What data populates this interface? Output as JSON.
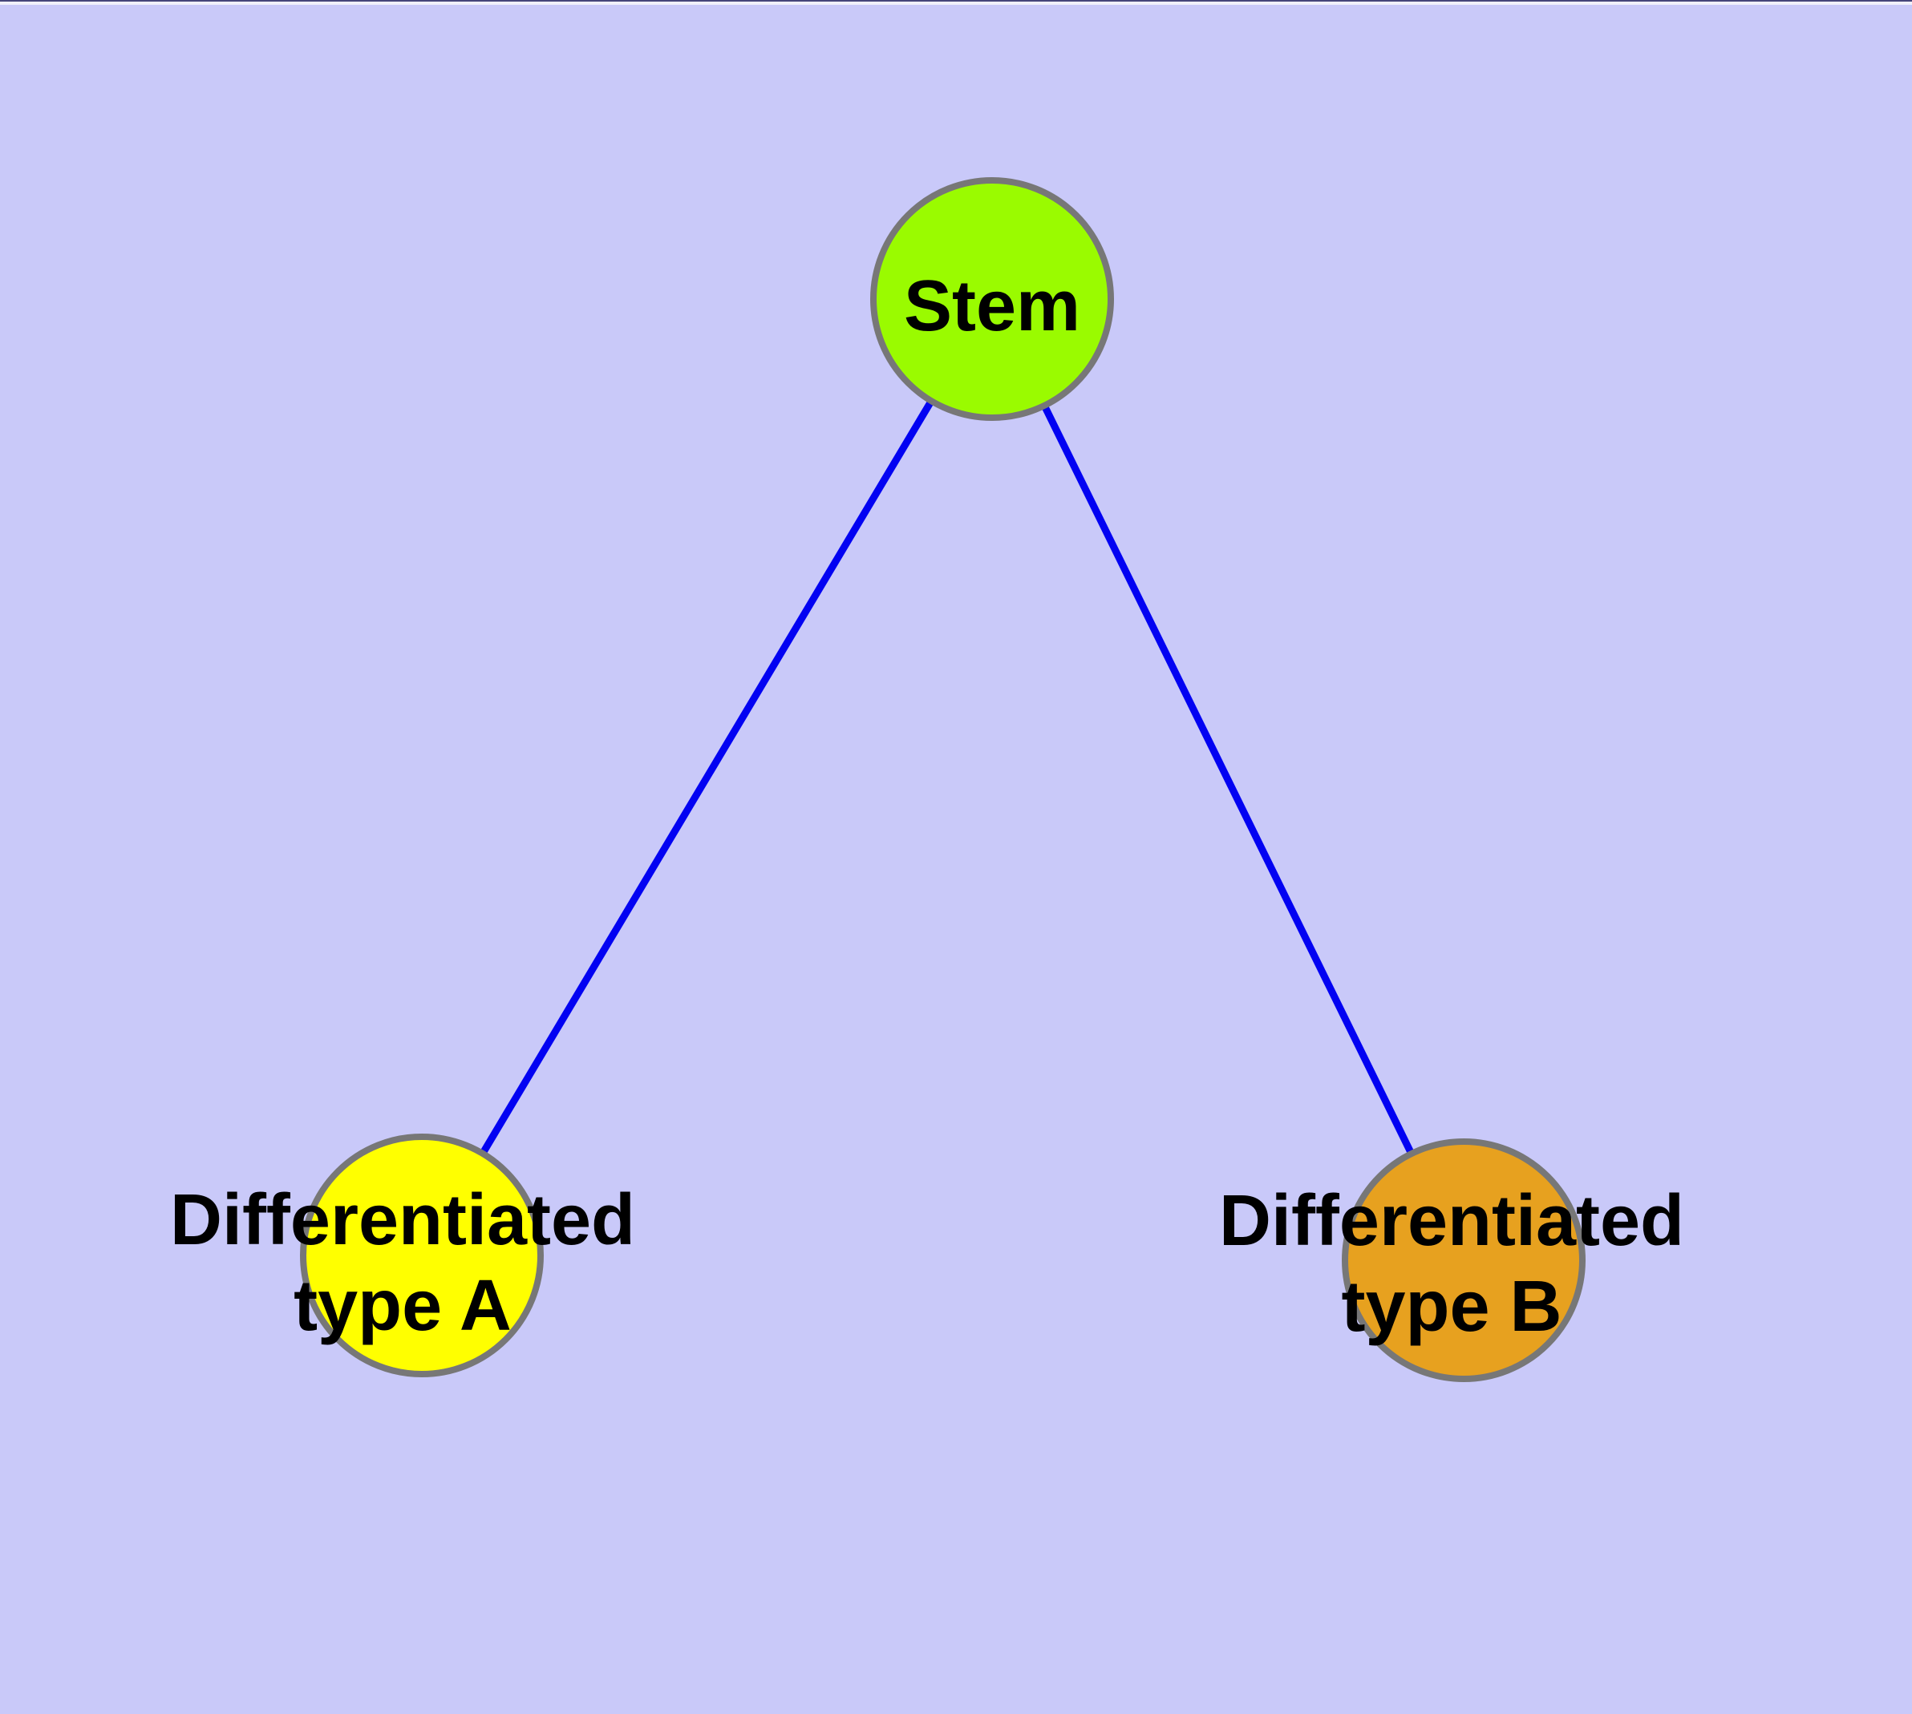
{
  "style": {
    "background": "#c9c9f9",
    "node_border": "#777777",
    "label_color": "#000000",
    "top_edge_line_color": "#45457a",
    "top_margin_strip_color": "#f0f0fb"
  },
  "nodes": {
    "stem": {
      "label": "Stem",
      "fill": "#9afb00"
    },
    "typeA": {
      "line1": "Differentiated",
      "line2": "type A",
      "fill": "#ffff00"
    },
    "typeB": {
      "line1": "Differentiated",
      "line2": "type B",
      "fill": "#e7a11f"
    }
  },
  "edges": {
    "color": "#0202f2",
    "list": [
      {
        "from": "Stem",
        "to": "Differentiated type A"
      },
      {
        "from": "Stem",
        "to": "Differentiated type B"
      }
    ]
  }
}
